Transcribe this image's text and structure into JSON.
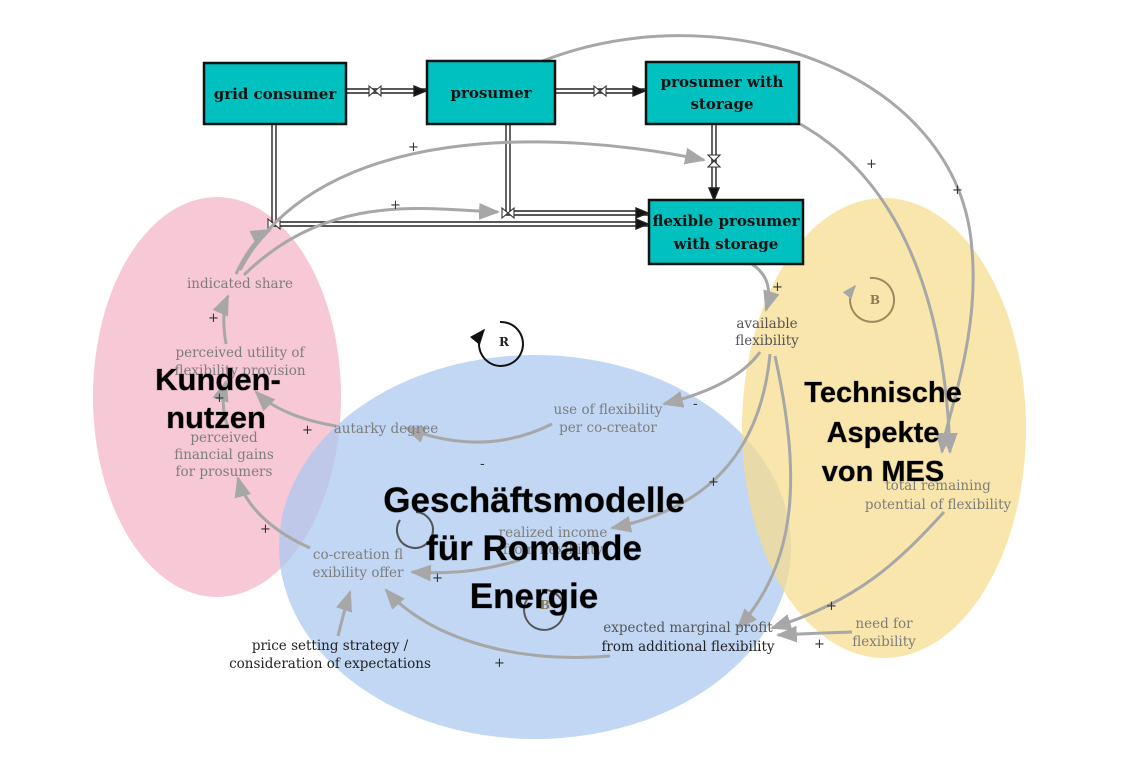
{
  "colors": {
    "stock_fill": "#00c0c0",
    "pink_region": "#f4b6c8",
    "blue_region": "#a9c8ee",
    "yellow_region": "#f6dd8c",
    "link": "#a7a7a7",
    "flow_pipe": "#222222"
  },
  "stocks": {
    "grid_consumer": "grid consumer",
    "prosumer": "prosumer",
    "prosumer_storage": [
      "prosumer with",
      "storage"
    ],
    "flexible_prosumer": [
      "flexible prosumer",
      "with storage"
    ]
  },
  "variables": {
    "indicated_share": "indicated share",
    "perceived_utility": [
      "perceived utility of",
      "flexibility provision"
    ],
    "perceived_gains": [
      "perceived",
      "financial gains",
      "for prosumers"
    ],
    "autarky_degree": "autarky degree",
    "use_of_flexibility": [
      "use of flexibility",
      "per co-creator"
    ],
    "available_flexibility": [
      "available",
      "flexibility"
    ],
    "realized_income": [
      "realized income",
      "from flexibility"
    ],
    "co_creation": [
      "co-creation fl",
      "exibility offer"
    ],
    "price_strategy": [
      "price setting strategy /",
      "consideration of expectations"
    ],
    "expected_profit": [
      "expected marginal profit",
      "from additional flexibility"
    ],
    "need_for_flexibility": [
      "need for",
      "flexibility"
    ],
    "total_remaining": [
      "total remaining",
      "potential of flexibility"
    ]
  },
  "loops": {
    "r": "R",
    "b_top": "B",
    "b_bottom": "B"
  },
  "polarities": {
    "plus": "+",
    "minus": "-"
  },
  "regions": {
    "kundennutzen": [
      "Kunden-",
      "nutzen"
    ],
    "geschaeftsmodelle": [
      "Geschäftsmodelle",
      "für Romande",
      "Energie"
    ],
    "technische": [
      "Technische",
      "Aspekte",
      "von MES"
    ]
  }
}
